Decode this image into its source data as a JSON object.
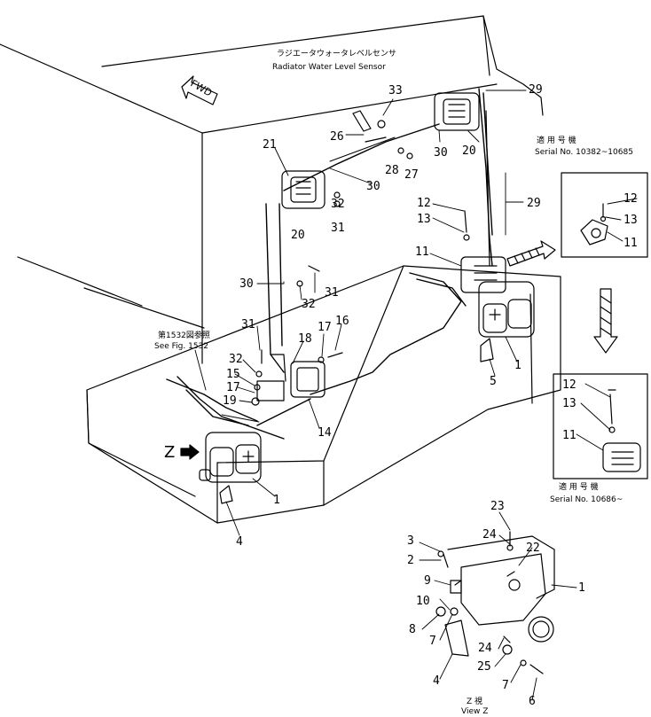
{
  "captions": {
    "sensor_jp": "ラジエータウォータレベルセンサ",
    "sensor_en": "Radiator Water Level Sensor",
    "serial1_jp": "適 用 号 機",
    "serial1_en": "Serial No. 10382~10685",
    "serial2_jp": "適 用 号 機",
    "serial2_en": "Serial No. 10686~",
    "seefig_jp": "第1532図参照",
    "seefig_en": "See Fig. 1532",
    "view_jp": "Z 視",
    "view_en": "View Z",
    "fwd": "FWD",
    "z_marker": "Z"
  },
  "callouts": [
    {
      "id": "33",
      "text": "33"
    },
    {
      "id": "29a",
      "text": "29"
    },
    {
      "id": "26",
      "text": "26"
    },
    {
      "id": "21",
      "text": "21"
    },
    {
      "id": "20a",
      "text": "20"
    },
    {
      "id": "30a",
      "text": "30"
    },
    {
      "id": "28",
      "text": "28"
    },
    {
      "id": "27",
      "text": "27"
    },
    {
      "id": "30b",
      "text": "30"
    },
    {
      "id": "32a",
      "text": "32"
    },
    {
      "id": "31a",
      "text": "31"
    },
    {
      "id": "20b",
      "text": "20"
    },
    {
      "id": "29b",
      "text": "29"
    },
    {
      "id": "12a",
      "text": "12"
    },
    {
      "id": "13a",
      "text": "13"
    },
    {
      "id": "11a",
      "text": "11"
    },
    {
      "id": "30c",
      "text": "30"
    },
    {
      "id": "31b",
      "text": "31"
    },
    {
      "id": "32b",
      "text": "32"
    },
    {
      "id": "31c",
      "text": "31"
    },
    {
      "id": "17a",
      "text": "17"
    },
    {
      "id": "16",
      "text": "16"
    },
    {
      "id": "18",
      "text": "18"
    },
    {
      "id": "32c",
      "text": "32"
    },
    {
      "id": "15",
      "text": "15"
    },
    {
      "id": "17b",
      "text": "17"
    },
    {
      "id": "19",
      "text": "19"
    },
    {
      "id": "14",
      "text": "14"
    },
    {
      "id": "5",
      "text": "5"
    },
    {
      "id": "1a",
      "text": "1"
    },
    {
      "id": "1b",
      "text": "1"
    },
    {
      "id": "4a",
      "text": "4"
    },
    {
      "id": "12b",
      "text": "12"
    },
    {
      "id": "13b",
      "text": "13"
    },
    {
      "id": "11b",
      "text": "11"
    },
    {
      "id": "12c",
      "text": "12"
    },
    {
      "id": "13c",
      "text": "13"
    },
    {
      "id": "11c",
      "text": "11"
    },
    {
      "id": "23",
      "text": "23"
    },
    {
      "id": "24a",
      "text": "24"
    },
    {
      "id": "22",
      "text": "22"
    },
    {
      "id": "3",
      "text": "3"
    },
    {
      "id": "2",
      "text": "2"
    },
    {
      "id": "1c",
      "text": "1"
    },
    {
      "id": "9",
      "text": "9"
    },
    {
      "id": "10",
      "text": "10"
    },
    {
      "id": "8",
      "text": "8"
    },
    {
      "id": "7a",
      "text": "7"
    },
    {
      "id": "24b",
      "text": "24"
    },
    {
      "id": "25",
      "text": "25"
    },
    {
      "id": "4b",
      "text": "4"
    },
    {
      "id": "7b",
      "text": "7"
    },
    {
      "id": "6",
      "text": "6"
    }
  ]
}
